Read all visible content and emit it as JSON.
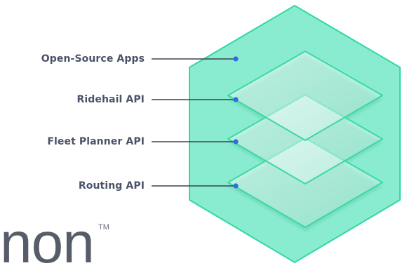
{
  "labels": [
    {
      "text": "Open-Source Apps"
    },
    {
      "text": "Ridehail API"
    },
    {
      "text": "Fleet Planner API"
    },
    {
      "text": "Routing API"
    }
  ],
  "logo": {
    "text": "non",
    "trademark": "TM"
  },
  "colors": {
    "hex_fill": "#7ee8c8",
    "hex_stroke": "#2fd79f",
    "layer_stroke": "#3ed8a4",
    "connector": "#3b4252",
    "dot": "#2f6ee0",
    "label": "#4b5368",
    "logo": "#565c68"
  }
}
